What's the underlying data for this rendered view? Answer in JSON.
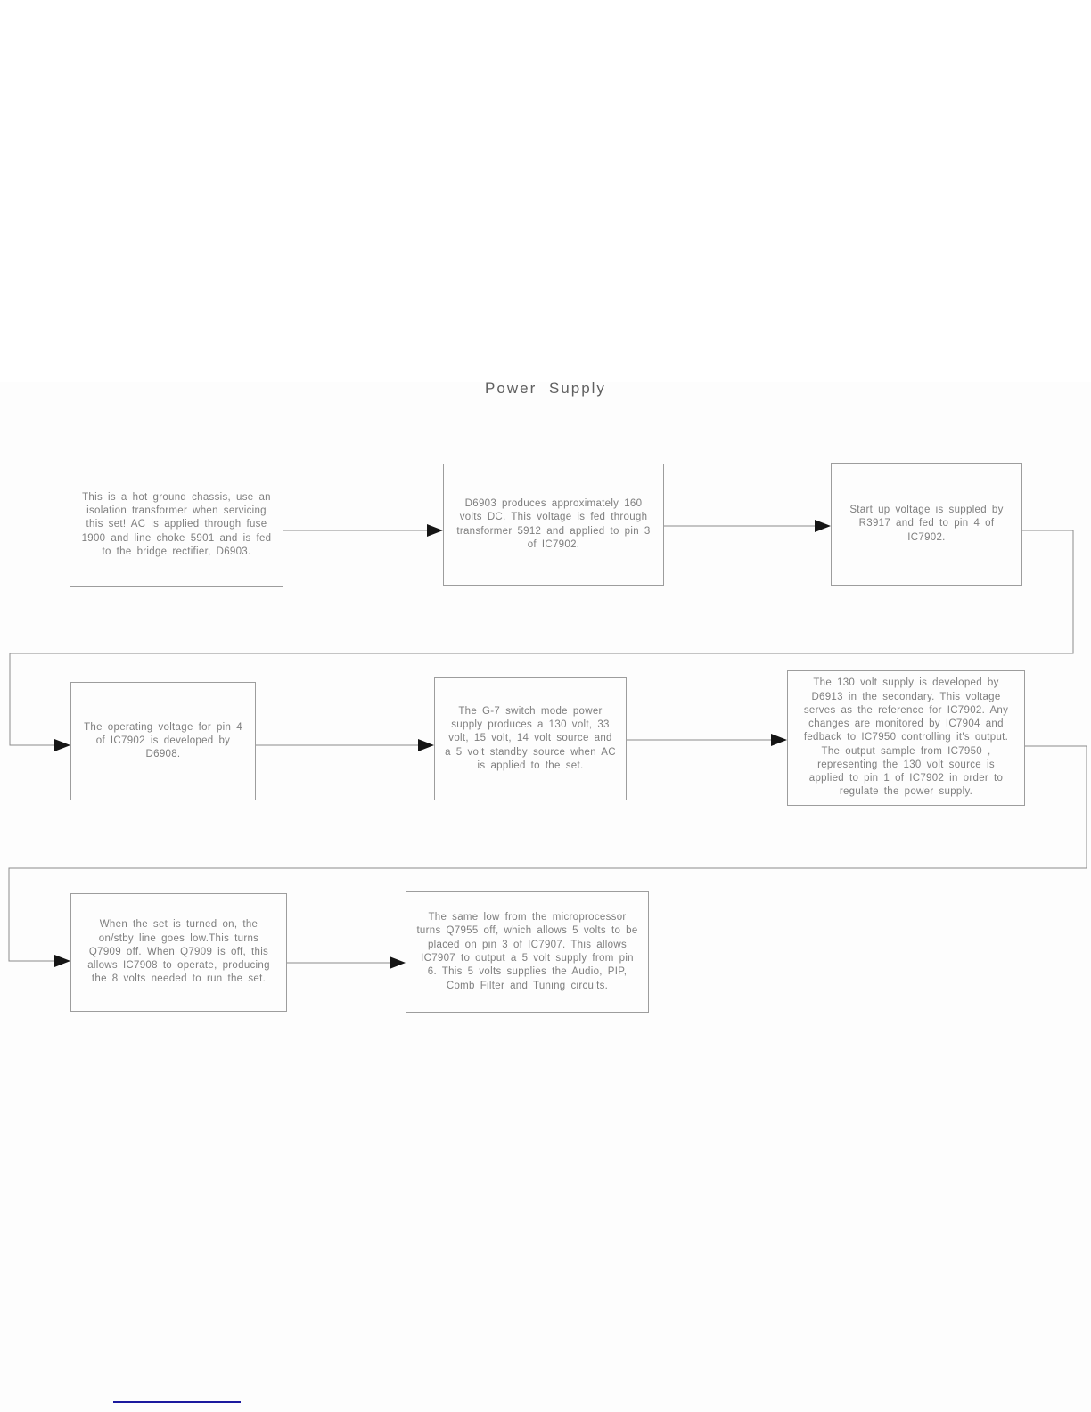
{
  "page": {
    "title": "Power Supply"
  },
  "diagram": {
    "boxes": [
      {
        "id": "box-1",
        "text": "This is a hot ground chassis, use an isolation transformer when servicing this set! AC is applied through fuse 1900 and line choke 5901 and is fed to the bridge rectifier, D6903."
      },
      {
        "id": "box-2",
        "text": "D6903 produces approximately 160 volts DC. This voltage is fed through transformer 5912 and applied to pin 3 of IC7902."
      },
      {
        "id": "box-3",
        "text": "Start up voltage is suppled by R3917 and fed to pin 4 of IC7902."
      },
      {
        "id": "box-4",
        "text": "The operating voltage for pin 4 of IC7902 is developed by D6908."
      },
      {
        "id": "box-5",
        "text": "The G-7 switch mode power supply produces a 130 volt, 33 volt, 15 volt, 14 volt source and a 5 volt standby source when AC is applied to the set."
      },
      {
        "id": "box-6",
        "text": "The 130 volt supply is developed by D6913 in the secondary. This voltage serves as the reference for IC7902. Any changes are monitored by IC7904 and fedback to IC7950 controlling it's output. The output sample from IC7950 , representing the 130 volt source is applied to pin 1 of IC7902 in order to regulate the power supply."
      },
      {
        "id": "box-7",
        "text": "When the set is turned on, the on/stby line goes low.This turns  Q7909 off. When Q7909 is off, this allows IC7908 to operate, producing the 8 volts needed to run the set."
      },
      {
        "id": "box-8",
        "text": "The same low from the microprocessor turns Q7955 off, which allows 5 volts to be placed on pin 3 of IC7907. This allows IC7907 to output a 5 volt supply from pin 6. This 5 volts supplies the Audio, PIP, Comb Filter and Tuning circuits."
      }
    ],
    "colors": {
      "box_border": "#9d9d9d",
      "box_text": "#7e7e7e",
      "connector_line": "#8a8a8a",
      "arrowhead": "#151515",
      "title_text": "#5f5f5f",
      "link_underline": "#1c1a9e"
    }
  }
}
